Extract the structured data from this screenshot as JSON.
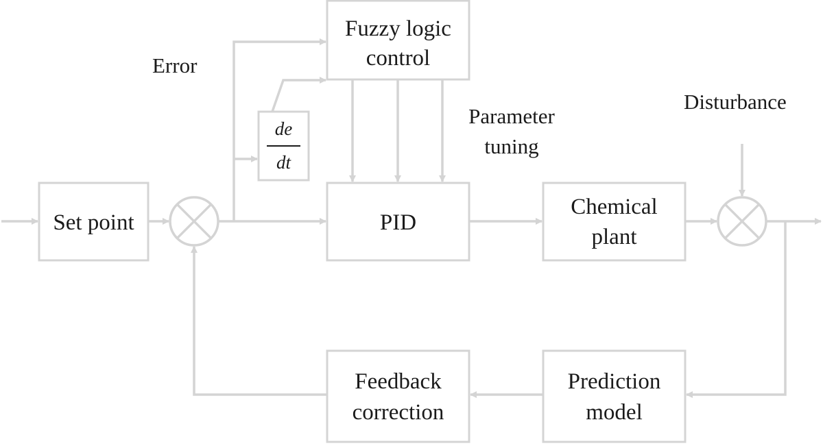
{
  "blocks": {
    "set_point": "Set point",
    "fuzzy_line1": "Fuzzy logic",
    "fuzzy_line2": "control",
    "pid": "PID",
    "plant_line1": "Chemical",
    "plant_line2": "plant",
    "feedback_line1": "Feedback",
    "feedback_line2": "correction",
    "prediction_line1": "Prediction",
    "prediction_line2": "model"
  },
  "derivative": {
    "numerator": "de",
    "denominator": "dt"
  },
  "labels": {
    "error": "Error",
    "param_line1": "Parameter",
    "param_line2": "tuning",
    "disturbance": "Disturbance"
  },
  "colors": {
    "lines": "#d4d4d4",
    "text": "#1a1a1a",
    "background": "#ffffff"
  }
}
